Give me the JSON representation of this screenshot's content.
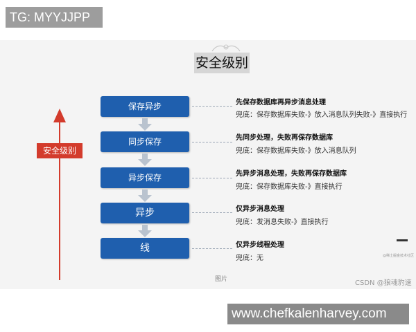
{
  "watermark_top": "TG: MYYJJPP",
  "title": "安全级别",
  "axis_label": "安全级别",
  "levels": [
    {
      "label": "保存异步",
      "desc_title": "先保存数据库再异步消息处理",
      "desc_fallback": "兜底：保存数据库失败-》放入消息队列失败-》直接执行"
    },
    {
      "label": "同步保存",
      "desc_title": "先同步处理，失败再保存数据库",
      "desc_fallback": "兜底：保存数据库失败-》放入消息队列"
    },
    {
      "label": "异步保存",
      "desc_title": "先异步消息处理，失败再保存数据库",
      "desc_fallback": "兜底：保存数据库失败-》直接执行"
    },
    {
      "label": "异步",
      "desc_title": "仅异步消息处理",
      "desc_fallback": "兜底：发消息失败-》直接执行"
    },
    {
      "label": "线",
      "desc_title": "仅异步线程处理",
      "desc_fallback": "兜底：无"
    }
  ],
  "caption": "图片",
  "source_mark": "CSDN @狼魂豹速",
  "small_note": "@稀土掘金技术社区",
  "watermark_bottom": "www.chefkalenharvey.com",
  "colors": {
    "box_blue": "#1f5fae",
    "axis_red": "#d33b2c",
    "arrow_gray": "#b9c3cf"
  }
}
